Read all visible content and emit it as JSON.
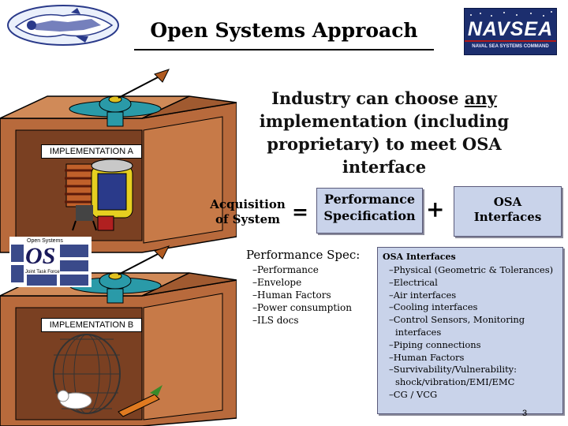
{
  "header": {
    "title": "Open Systems Approach",
    "navsea_logo": "NAVSEA",
    "navsea_subtitle": "NAVAL SEA SYSTEMS COMMAND"
  },
  "headline": {
    "before": "Industry can choose ",
    "emphasis": "any",
    "after": " implementation (including proprietary) to meet OSA interface"
  },
  "equation": {
    "lhs_line1": "Acquisition",
    "lhs_line2": "of System",
    "equals": "=",
    "perf_line1": "Performance",
    "perf_line2": "Specification",
    "plus": "+",
    "osa_line1": "OSA",
    "osa_line2": "Interfaces"
  },
  "perf_spec": {
    "heading": "Performance Spec:",
    "items": [
      "Performance",
      "Envelope",
      "Human Factors",
      "Power consumption",
      "ILS docs"
    ]
  },
  "osa_interfaces": {
    "heading": "OSA Interfaces",
    "items": [
      "Physical (Geometric & Tolerances)",
      "Electrical",
      "Air interfaces",
      "Cooling interfaces",
      "Control Sensors, Monitoring",
      "Piping connections",
      "Human Factors",
      "Survivability/Vulnerability:",
      "CG / VCG"
    ],
    "item5_cont": "interfaces",
    "item8_cont": "shock/vibration/EMI/EMC"
  },
  "illustration": {
    "label_a": "IMPLEMENTATION A",
    "label_b": "IMPLEMENTATION B",
    "os_logo_small": "Open Systems",
    "os_logo_big": "OS",
    "os_logo_caption": "Joint Task Force"
  },
  "page_number": "3",
  "colors": {
    "box_fill": "#c9d3ea",
    "crate": "#b86a3c",
    "navsea_bg": "#1c2e6e"
  }
}
